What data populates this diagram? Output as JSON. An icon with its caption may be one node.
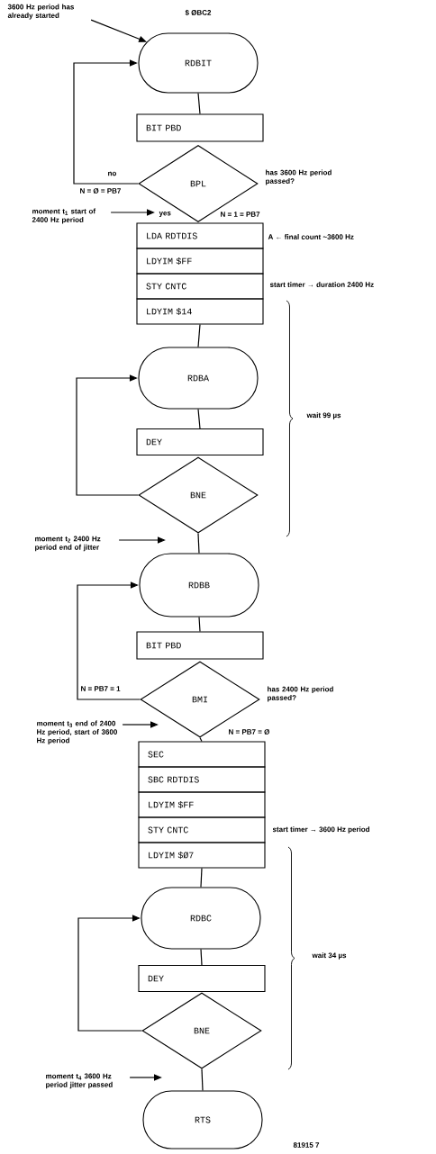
{
  "diagram": {
    "nodes": [
      {
        "text": [
          "3600 Hz period has already started"
        ]
      },
      {
        "text": [
          "RDBIT"
        ],
        "beside": [
          "$ ØBC2"
        ]
      },
      {
        "text": [
          "BIT PBD"
        ]
      },
      {
        "text": [
          "BPL"
        ],
        "beside": [
          "has 3600 Hz period passed?"
        ]
      },
      {
        "text": [
          "moment t$_{1}$ start of 2400 Hz period"
        ]
      },
      {
        "text": [
          "LDA RDTDIS"
        ],
        "beside": [
          "A ← final count ~3600 Hz"
        ]
      },
      {
        "text": [
          "LDYIM $FF"
        ]
      },
      {
        "text": [
          "STY CNTC"
        ],
        "beside": [
          "start timer → duration 2400 Hz"
        ]
      },
      {
        "text": [
          "LDYIM $14"
        ]
      },
      {
        "text": [
          "RDBA"
        ]
      },
      {
        "text": [
          "DEY"
        ]
      },
      {
        "text": [
          "BNE"
        ]
      },
      {
        "text": [
          "moment t$_{2}$ 2400 Hz period end of jitter"
        ]
      },
      {
        "text": [
          "RDBB"
        ]
      },
      {
        "text": [
          "BIT PBD"
        ]
      },
      {
        "text": [
          "BMI"
        ],
        "beside": [
          "has 2400 Hz period passed?"
        ]
      },
      {
        "text": [
          "moment t$_{3}$ end of 2400 Hz period, start of 3600 Hz period"
        ]
      },
      {
        "text": [
          "SEC"
        ]
      },
      {
        "text": [
          "SBC RDTDIS"
        ]
      },
      {
        "text": [
          "LDYIM $FF"
        ]
      },
      {
        "text": [
          "STY CNTC"
        ],
        "beside": [
          "start timer → 3600 Hz period"
        ]
      },
      {
        "text": [
          "LDYIM $Ø7"
        ]
      },
      {
        "text": [
          "RDBC"
        ]
      },
      {
        "text": [
          "DEY"
        ]
      },
      {
        "text": [
          "BNE"
        ]
      },
      {
        "text": [
          "moment t$_{4}$ 3600 Hz period jitter passed"
        ]
      },
      {
        "text": [
          "RTS"
        ]
      }
    ],
    "edges": [
      {
        "from": 0,
        "to": 1,
        "arrow": "to"
      },
      {
        "from": 1,
        "to": 2,
        "arrow": "none"
      },
      {
        "from": 3,
        "to": 1,
        "arrow": "to",
        "label": "no"
      },
      {
        "from": 4,
        "to": 5,
        "arrow": "to"
      },
      {
        "from": 8,
        "to": 9,
        "arrow": "none"
      },
      {
        "from": 9,
        "to": 10,
        "arrow": "none"
      },
      {
        "from": 11,
        "to": 9,
        "arrow": "to"
      },
      {
        "from": 11,
        "to": 13,
        "arrow": "none"
      },
      {
        "from": 12,
        "to": 13,
        "arrow": "to"
      },
      {
        "from": 13,
        "to": 14,
        "arrow": "none"
      },
      {
        "from": 15,
        "to": 13,
        "arrow": "to",
        "label": "N = PB7 = 1"
      },
      {
        "from": 15,
        "to": 17,
        "arrow": "none",
        "label": "N = PB7 = Ø"
      },
      {
        "from": 16,
        "to": 15,
        "arrow": "to"
      },
      {
        "from": 21,
        "to": 22,
        "arrow": "none"
      },
      {
        "from": 22,
        "to": 23,
        "arrow": "none"
      },
      {
        "from": 24,
        "to": 22,
        "arrow": "to"
      },
      {
        "from": 24,
        "to": 26,
        "arrow": "none"
      },
      {
        "from": 25,
        "to": 26,
        "arrow": "to"
      }
    ],
    "labels": [
      "N = Ø = PB7",
      "yes",
      "N = 1 = PB7",
      "wait 99 µs",
      "wait 34 µs",
      "81915 7"
    ]
  }
}
